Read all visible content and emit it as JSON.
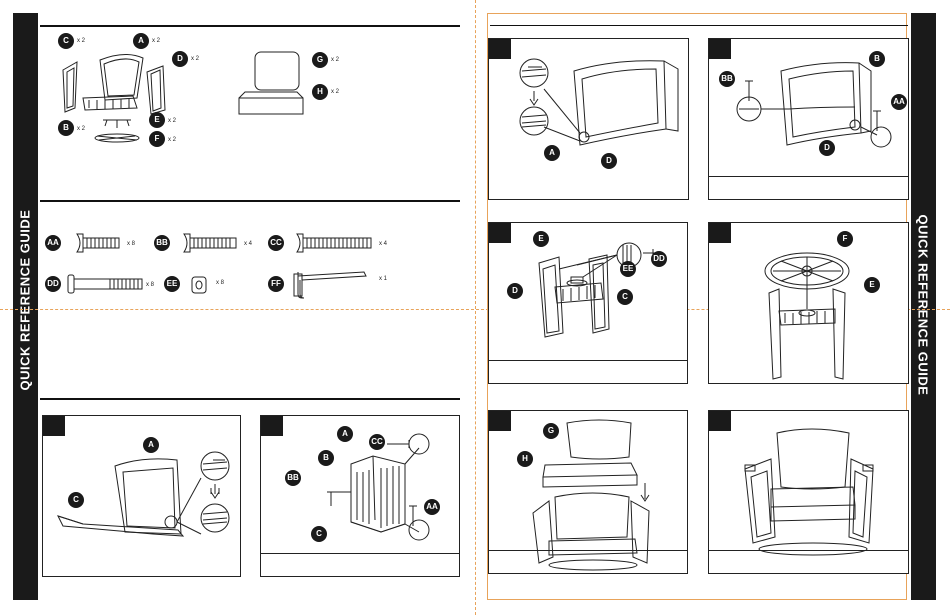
{
  "guide": {
    "side_title_left": "QUICK REFERENCE GUIDE",
    "side_title_right": "QUICK REFERENCE GUIDE"
  },
  "parts": [
    {
      "letter": "A",
      "qty": ""
    },
    {
      "letter": "B",
      "qty": "x 2"
    },
    {
      "letter": "C",
      "qty": "x 2"
    },
    {
      "letter": "D",
      "qty": "x 2"
    },
    {
      "letter": "E",
      "qty": "x 2"
    },
    {
      "letter": "F",
      "qty": "x 2"
    },
    {
      "letter": "G",
      "qty": "x 2"
    },
    {
      "letter": "H",
      "qty": "x 2"
    }
  ],
  "parts_a_qty": "x 2",
  "hardware": [
    {
      "code": "AA",
      "qty": "x 8"
    },
    {
      "code": "BB",
      "qty": "x 4"
    },
    {
      "code": "CC",
      "qty": "x 4"
    },
    {
      "code": "DD",
      "qty": "x 8"
    },
    {
      "code": "EE",
      "qty": "x 8"
    },
    {
      "code": "FF",
      "qty": "x 1"
    }
  ],
  "steps": {
    "s1": {
      "labels": [
        "A",
        "C"
      ]
    },
    "s2": {
      "labels": [
        "A",
        "CC",
        "B",
        "BB",
        "AA",
        "C"
      ]
    },
    "s3": {
      "labels": [
        "A",
        "D"
      ]
    },
    "s4": {
      "labels": [
        "BB",
        "B",
        "AA",
        "D"
      ]
    },
    "s5": {
      "labels": [
        "E",
        "EE",
        "DD",
        "D",
        "C"
      ]
    },
    "s6": {
      "labels": [
        "F",
        "E"
      ]
    },
    "s7": {
      "labels": [
        "G",
        "H"
      ]
    }
  }
}
